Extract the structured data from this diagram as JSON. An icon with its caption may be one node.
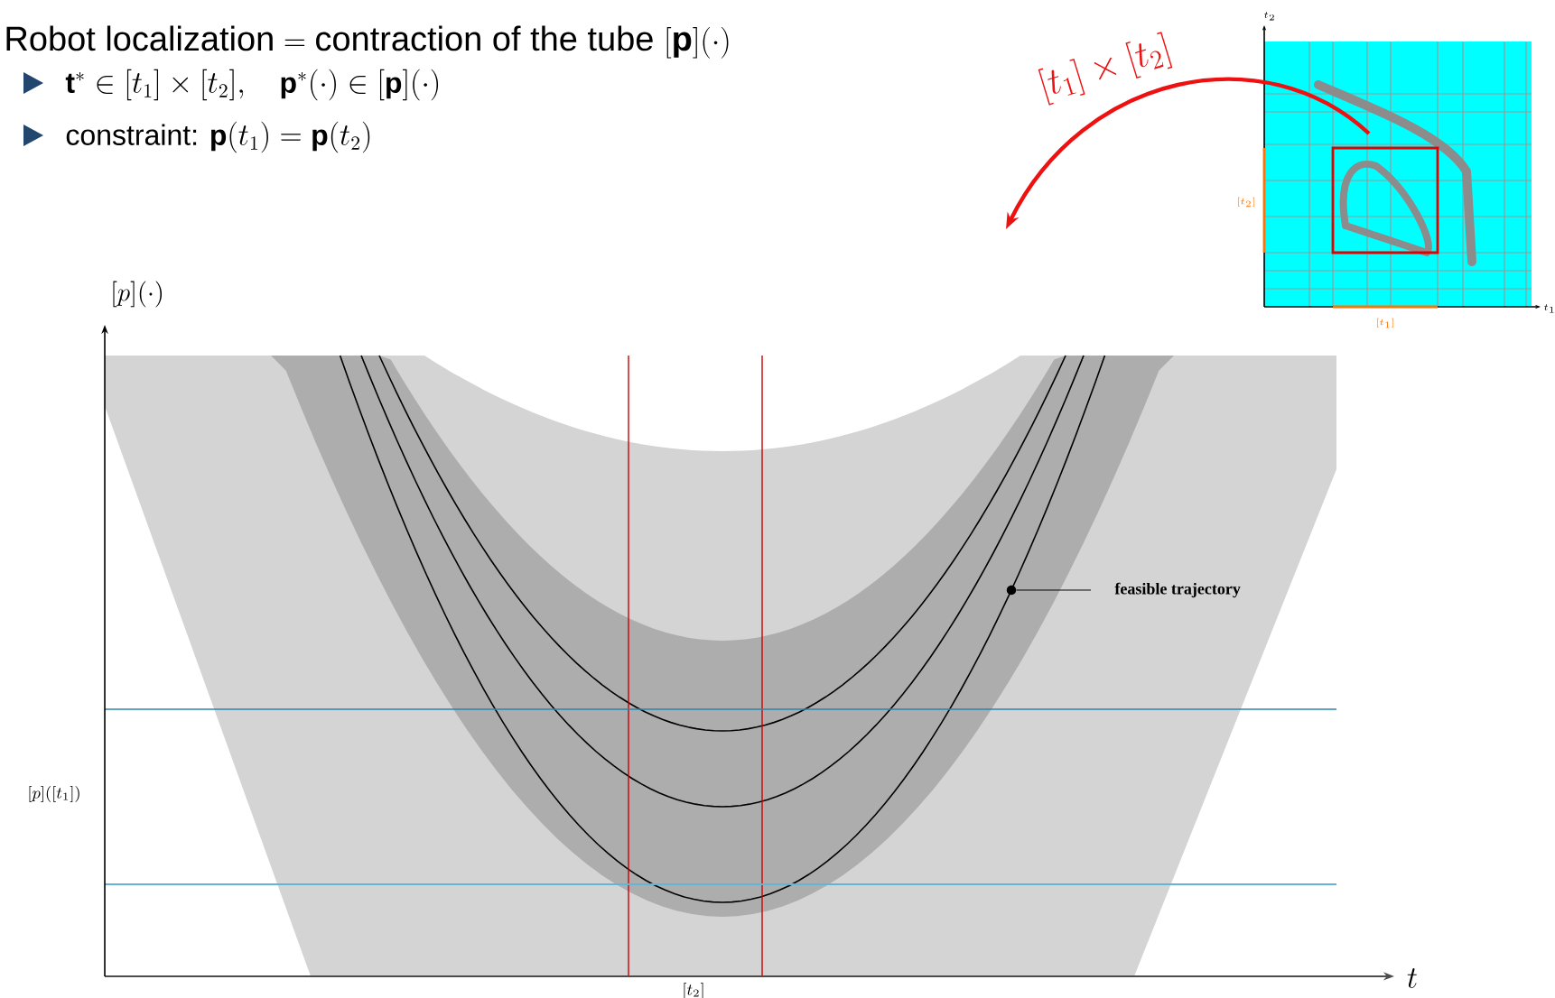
{
  "diagram": {
    "title": "\\text{Robot localization} = \\text{contraction of the tube } [\\mathbf{p}](\\cdot)",
    "nodes": [
      {
        "text": [],
        "shape": "picture",
        "beside": [
          "t_2",
          "[t_2]",
          "t_1",
          "[t_1]"
        ]
      },
      {
        "text": [
          "feasible trajectory"
        ]
      },
      {
        "text": [],
        "shape": "circle"
      }
    ],
    "edges": [
      {
        "from": 0,
        "to": null,
        "arrow": "to",
        "label": "[t_1]\\times[t_2]",
        "style": "thick",
        "color": "#ee1111"
      },
      {
        "from": 1,
        "to": 2,
        "arrow": "none",
        "color": "#000000"
      }
    ],
    "labels": [
      "\\mathbf{t}^* \\in [t_1]\\times[t_2],\\quad \\mathbf{p}^*(\\cdot)\\in[\\mathbf{p}](\\cdot)",
      "\\text{constraint: } \\mathbf{p}(t_1)=\\mathbf{p}(t_2)",
      "[p](\\cdot)",
      "[p]([t_1])",
      "t",
      "[t_2]"
    ]
  }
}
